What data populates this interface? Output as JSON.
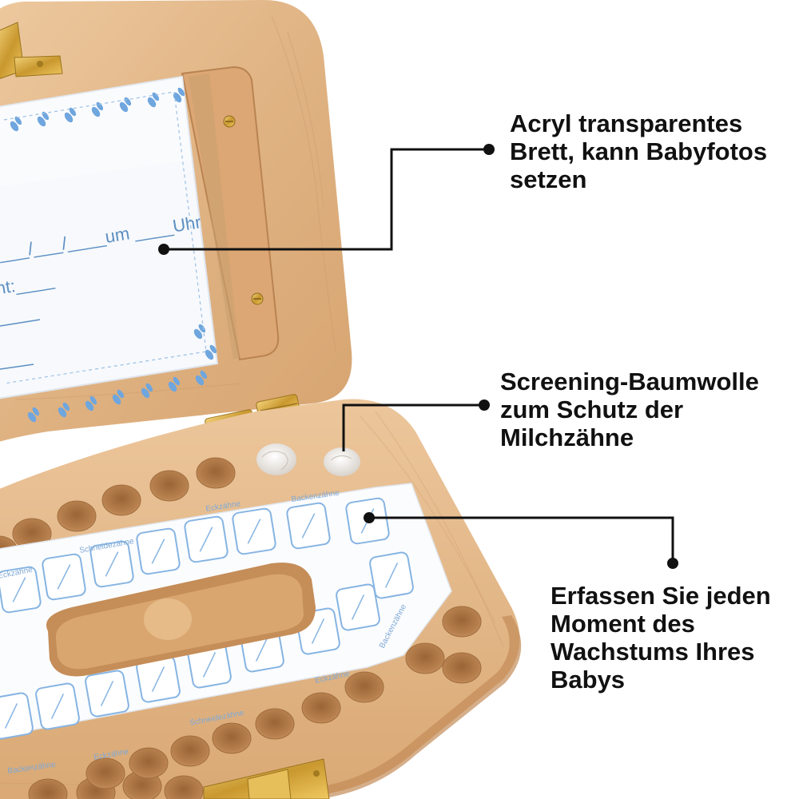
{
  "photo": {
    "card": {
      "line1": "___/___/____um ____Uhr",
      "line2": "nt:____"
    },
    "sheet_labels": {
      "backenzaehne": "Backenzähne",
      "eckzaehne": "Eckzähne",
      "schneidezaehne": "Schneidezähne"
    }
  },
  "callouts": [
    {
      "lines": [
        "Acryl transparentes",
        "Brett, kann Babyfotos",
        "setzen"
      ]
    },
    {
      "lines": [
        "Screening-Baumwolle",
        "zum Schutz der",
        "Milchzähne"
      ]
    },
    {
      "lines": [
        "Erfassen Sie jeden",
        "Moment des",
        "Wachstums Ihres",
        "Babys"
      ]
    }
  ],
  "colors": {
    "wood": "#e2b88a",
    "wood_dark": "#b98352",
    "brass": "#d4a93a",
    "ink": "#111111",
    "print_blue": "#5b8fc2"
  }
}
